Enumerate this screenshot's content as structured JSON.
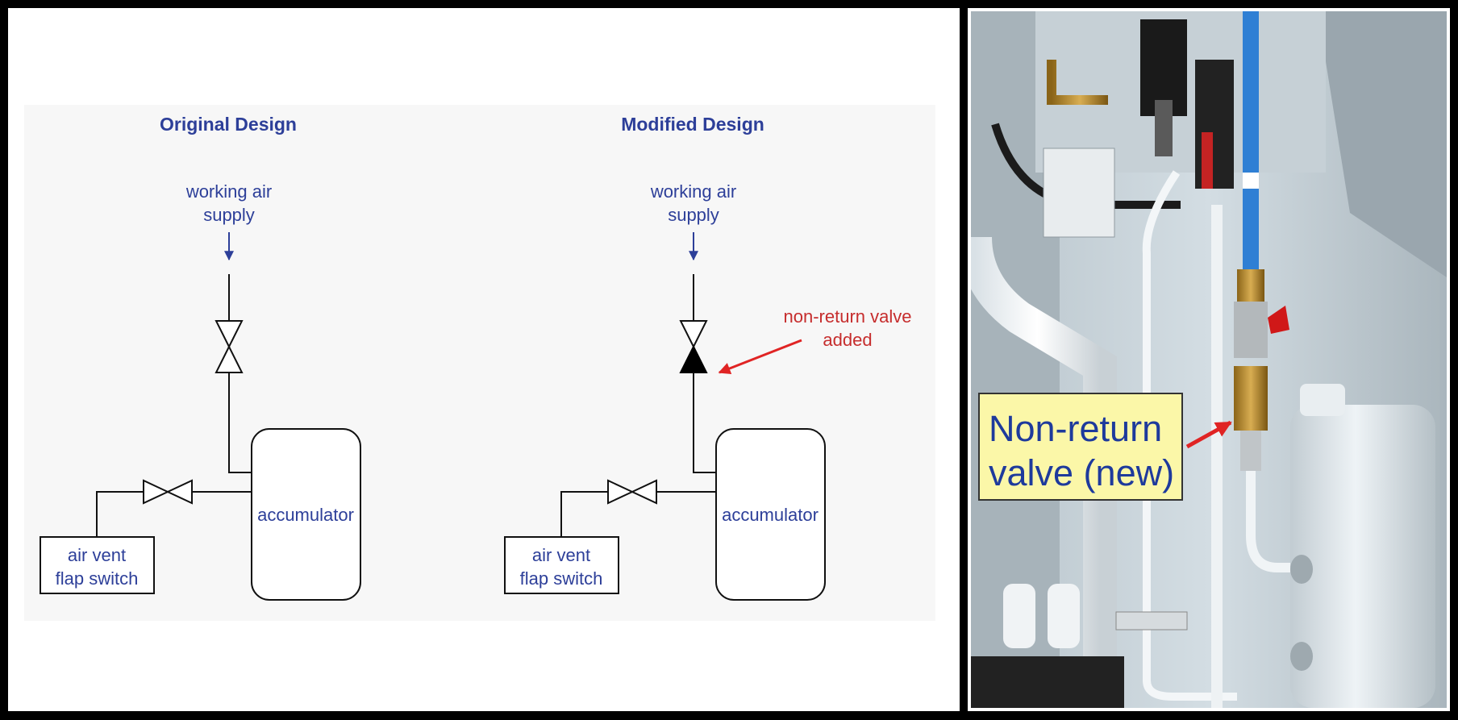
{
  "diagram": {
    "original": {
      "title": "Original Design",
      "supply_line1": "working air",
      "supply_line2": "supply",
      "accumulator": "accumulator",
      "vent_line1": "air vent",
      "vent_line2": "flap switch"
    },
    "modified": {
      "title": "Modified Design",
      "supply_line1": "working air",
      "supply_line2": "supply",
      "accumulator": "accumulator",
      "vent_line1": "air vent",
      "vent_line2": "flap switch",
      "annotation_line1": "non-return valve",
      "annotation_line2": "added"
    }
  },
  "photo": {
    "callout_line1": "Non-return",
    "callout_line2": "valve (new)"
  },
  "colors": {
    "label_blue": "#2d3f99",
    "arrow_red": "#e02424",
    "callout_fill": "#fbf7a8"
  }
}
